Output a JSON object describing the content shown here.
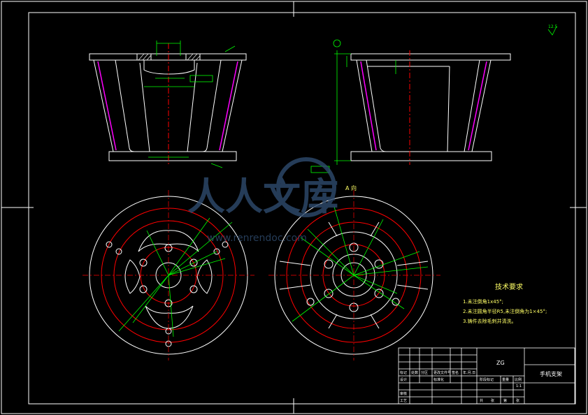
{
  "colors": {
    "background": "#000000",
    "outline": "#ffffff",
    "dimension": "#00ff00",
    "centerline": "#ff0000",
    "hidden": "#ff00ff",
    "watermark": "#2f4b6e"
  },
  "views": {
    "section_label": "A 向"
  },
  "roughness": {
    "top_right": "12.5"
  },
  "tech_requirements": {
    "title": "技术要求",
    "items": [
      "1.未注倒角1x45°;",
      "2.未注圆角半径R5,未注倒角为1×45°;",
      "3.铸件去除毛刺并清洗。"
    ]
  },
  "title_block": {
    "material": "ZG",
    "part_name": "手机支架",
    "scale": "1:1",
    "row_labels": [
      "标记",
      "设计",
      "审核",
      "工艺"
    ],
    "header_cells": [
      "处数",
      "分区",
      "更改文件号",
      "签名",
      "年.月.日"
    ],
    "mid_cells": [
      "标准化",
      "阶段标记",
      "重量",
      "比例"
    ],
    "bottom_cells": [
      "共",
      "张",
      "第",
      "张"
    ]
  },
  "watermark": {
    "text": "人人文库",
    "url": "www.renrendoc.com"
  }
}
